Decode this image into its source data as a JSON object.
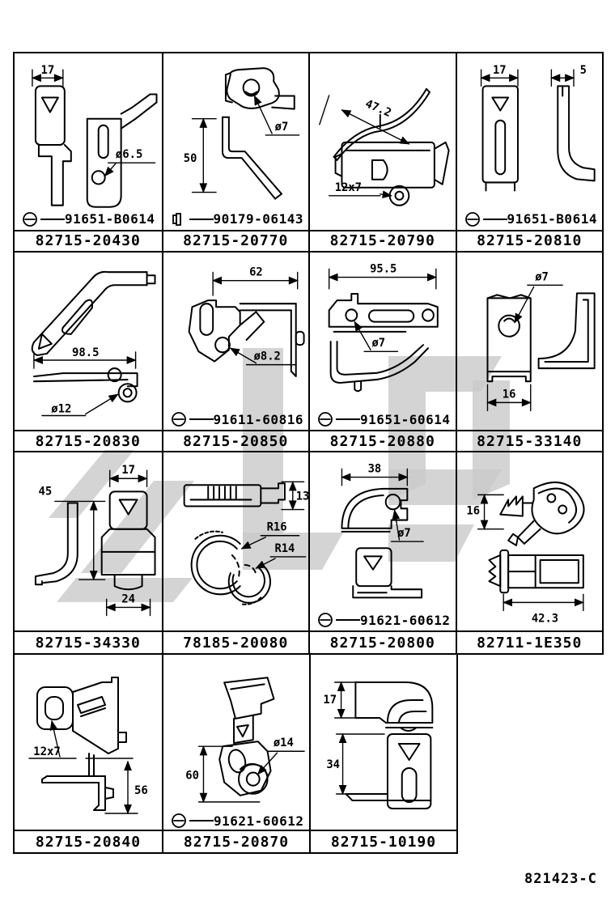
{
  "doc_code": "821423-C",
  "colors": {
    "ink": "#000000",
    "paper": "#ffffff",
    "watermark": "#c9c9c9"
  },
  "cells": [
    {
      "part": "82715-20430",
      "dims": [
        "17",
        "ø6.5"
      ],
      "fastener": {
        "icon": "bolt-head",
        "label": "91651-B0614"
      }
    },
    {
      "part": "82715-20770",
      "dims": [
        "50",
        "ø7"
      ],
      "fastener": {
        "icon": "screw",
        "label": "90179-06143"
      }
    },
    {
      "part": "82715-20790",
      "dims": [
        "47.2",
        "12x7"
      ]
    },
    {
      "part": "82715-20810",
      "dims": [
        "17",
        "5"
      ],
      "fastener": {
        "icon": "bolt-head",
        "label": "91651-B0614"
      }
    },
    {
      "part": "82715-20830",
      "dims": [
        "98.5",
        "ø12"
      ]
    },
    {
      "part": "82715-20850",
      "dims": [
        "62",
        "ø8.2"
      ],
      "fastener": {
        "icon": "bolt-head",
        "label": "91611-60816"
      }
    },
    {
      "part": "82715-20880",
      "dims": [
        "95.5",
        "ø7"
      ],
      "fastener": {
        "icon": "bolt-head",
        "label": "91651-60614"
      }
    },
    {
      "part": "82715-33140",
      "dims": [
        "ø7",
        "16"
      ]
    },
    {
      "part": "82715-34330",
      "dims": [
        "45",
        "17",
        "24"
      ]
    },
    {
      "part": "78185-20080",
      "dims": [
        "13",
        "R16",
        "R14"
      ]
    },
    {
      "part": "82715-20800",
      "dims": [
        "38",
        "ø7"
      ],
      "fastener": {
        "icon": "bolt-head",
        "label": "91621-60612"
      }
    },
    {
      "part": "82711-1E350",
      "dims": [
        "16",
        "42.3"
      ]
    },
    {
      "part": "82715-20840",
      "dims": [
        "12x7",
        "56"
      ]
    },
    {
      "part": "82715-20870",
      "dims": [
        "60",
        "ø14"
      ],
      "fastener": {
        "icon": "bolt-head",
        "label": "91621-60612"
      }
    },
    {
      "part": "82715-10190",
      "dims": [
        "17",
        "34"
      ]
    }
  ]
}
